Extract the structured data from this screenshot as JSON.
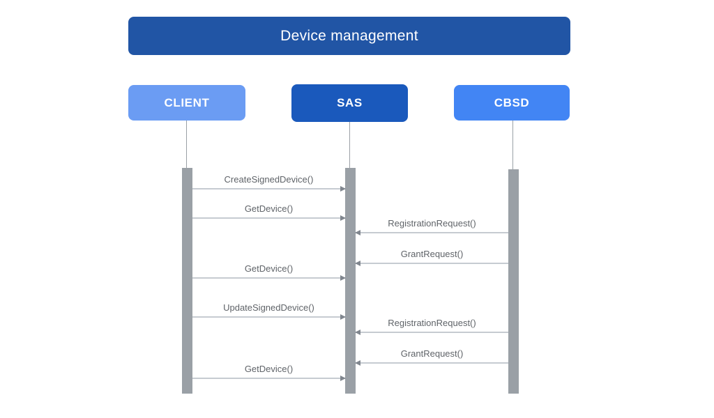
{
  "diagram": {
    "type": "sequence-diagram",
    "title": "Device management",
    "actors": [
      {
        "id": "client",
        "label": "CLIENT",
        "color": "#6b9cf3"
      },
      {
        "id": "sas",
        "label": "SAS",
        "color": "#1a59bc"
      },
      {
        "id": "cbsd",
        "label": "CBSD",
        "color": "#4285f4"
      }
    ],
    "messages": [
      {
        "label": "CreateSignedDevice()",
        "from": "client",
        "to": "sas"
      },
      {
        "label": "GetDevice()",
        "from": "client",
        "to": "sas"
      },
      {
        "label": "RegistrationRequest()",
        "from": "cbsd",
        "to": "sas"
      },
      {
        "label": "GrantRequest()",
        "from": "cbsd",
        "to": "sas"
      },
      {
        "label": "GetDevice()",
        "from": "client",
        "to": "sas"
      },
      {
        "label": "UpdateSignedDevice()",
        "from": "client",
        "to": "sas"
      },
      {
        "label": "RegistrationRequest()",
        "from": "cbsd",
        "to": "sas"
      },
      {
        "label": "GrantRequest()",
        "from": "cbsd",
        "to": "sas"
      },
      {
        "label": "GetDevice()",
        "from": "client",
        "to": "sas"
      }
    ],
    "colors": {
      "title_bar": "#2155a5",
      "activation_bar": "#9aa0a6",
      "lifeline": "#9aa0a6",
      "arrow_line": "#c6cbd1",
      "arrow_head": "#80868e",
      "message_text": "#5f6368",
      "actor_text": "#ffffff"
    }
  }
}
